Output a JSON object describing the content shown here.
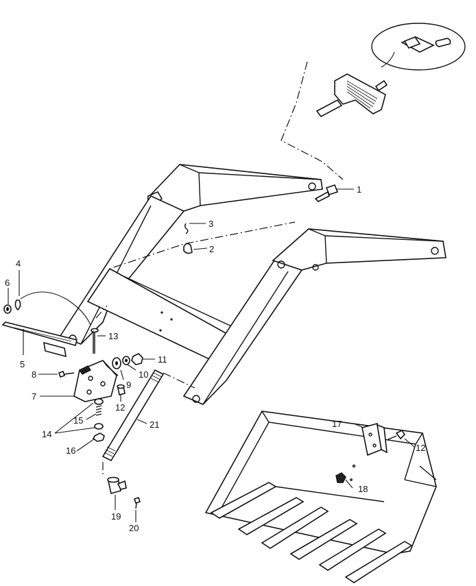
{
  "callouts": [
    {
      "id": "callout-1",
      "label": "1"
    },
    {
      "id": "callout-2",
      "label": "2"
    },
    {
      "id": "callout-3",
      "label": "3"
    },
    {
      "id": "callout-4",
      "label": "4"
    },
    {
      "id": "callout-5",
      "label": "5"
    },
    {
      "id": "callout-6",
      "label": "6"
    },
    {
      "id": "callout-7",
      "label": "7"
    },
    {
      "id": "callout-8",
      "label": "8"
    },
    {
      "id": "callout-9",
      "label": "9"
    },
    {
      "id": "callout-10",
      "label": "10"
    },
    {
      "id": "callout-11",
      "label": "11"
    },
    {
      "id": "callout-12a",
      "label": "12"
    },
    {
      "id": "callout-12b",
      "label": "12"
    },
    {
      "id": "callout-13",
      "label": "13"
    },
    {
      "id": "callout-14",
      "label": "14"
    },
    {
      "id": "callout-15",
      "label": "15"
    },
    {
      "id": "callout-16",
      "label": "16"
    },
    {
      "id": "callout-17",
      "label": "17"
    },
    {
      "id": "callout-18",
      "label": "18"
    },
    {
      "id": "callout-19",
      "label": "19"
    },
    {
      "id": "callout-20",
      "label": "20"
    },
    {
      "id": "callout-21",
      "label": "21"
    }
  ]
}
